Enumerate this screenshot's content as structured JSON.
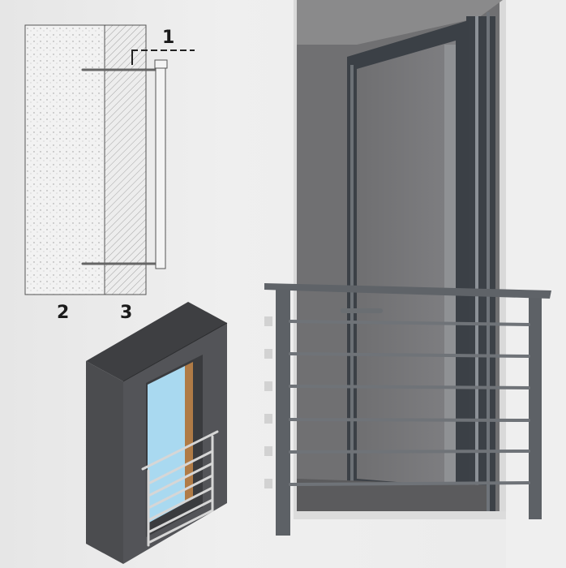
{
  "figure": {
    "description": "French balcony railing: cross-section mounting detail, isometric model and photo of installed railing",
    "colors": {
      "wall": "#ebebeb",
      "railing": "#5c6064",
      "door_frame": "#3f444a",
      "glass_interior": "#77777a",
      "model_body": "#4a4b4e",
      "model_glass": "#a8d8ef",
      "model_wood": "#b07a45",
      "model_rail": "#d4d4d4"
    }
  },
  "cross_section": {
    "labels": [
      {
        "id": "1",
        "text": "1",
        "meaning": "railing post / anchor position"
      },
      {
        "id": "2",
        "text": "2",
        "meaning": "insulation layer"
      },
      {
        "id": "3",
        "text": "3",
        "meaning": "masonry layer"
      }
    ]
  },
  "isometric_model": {
    "horizontal_bars": 7
  },
  "photo": {
    "horizontal_bars": 7,
    "posts": 2
  }
}
